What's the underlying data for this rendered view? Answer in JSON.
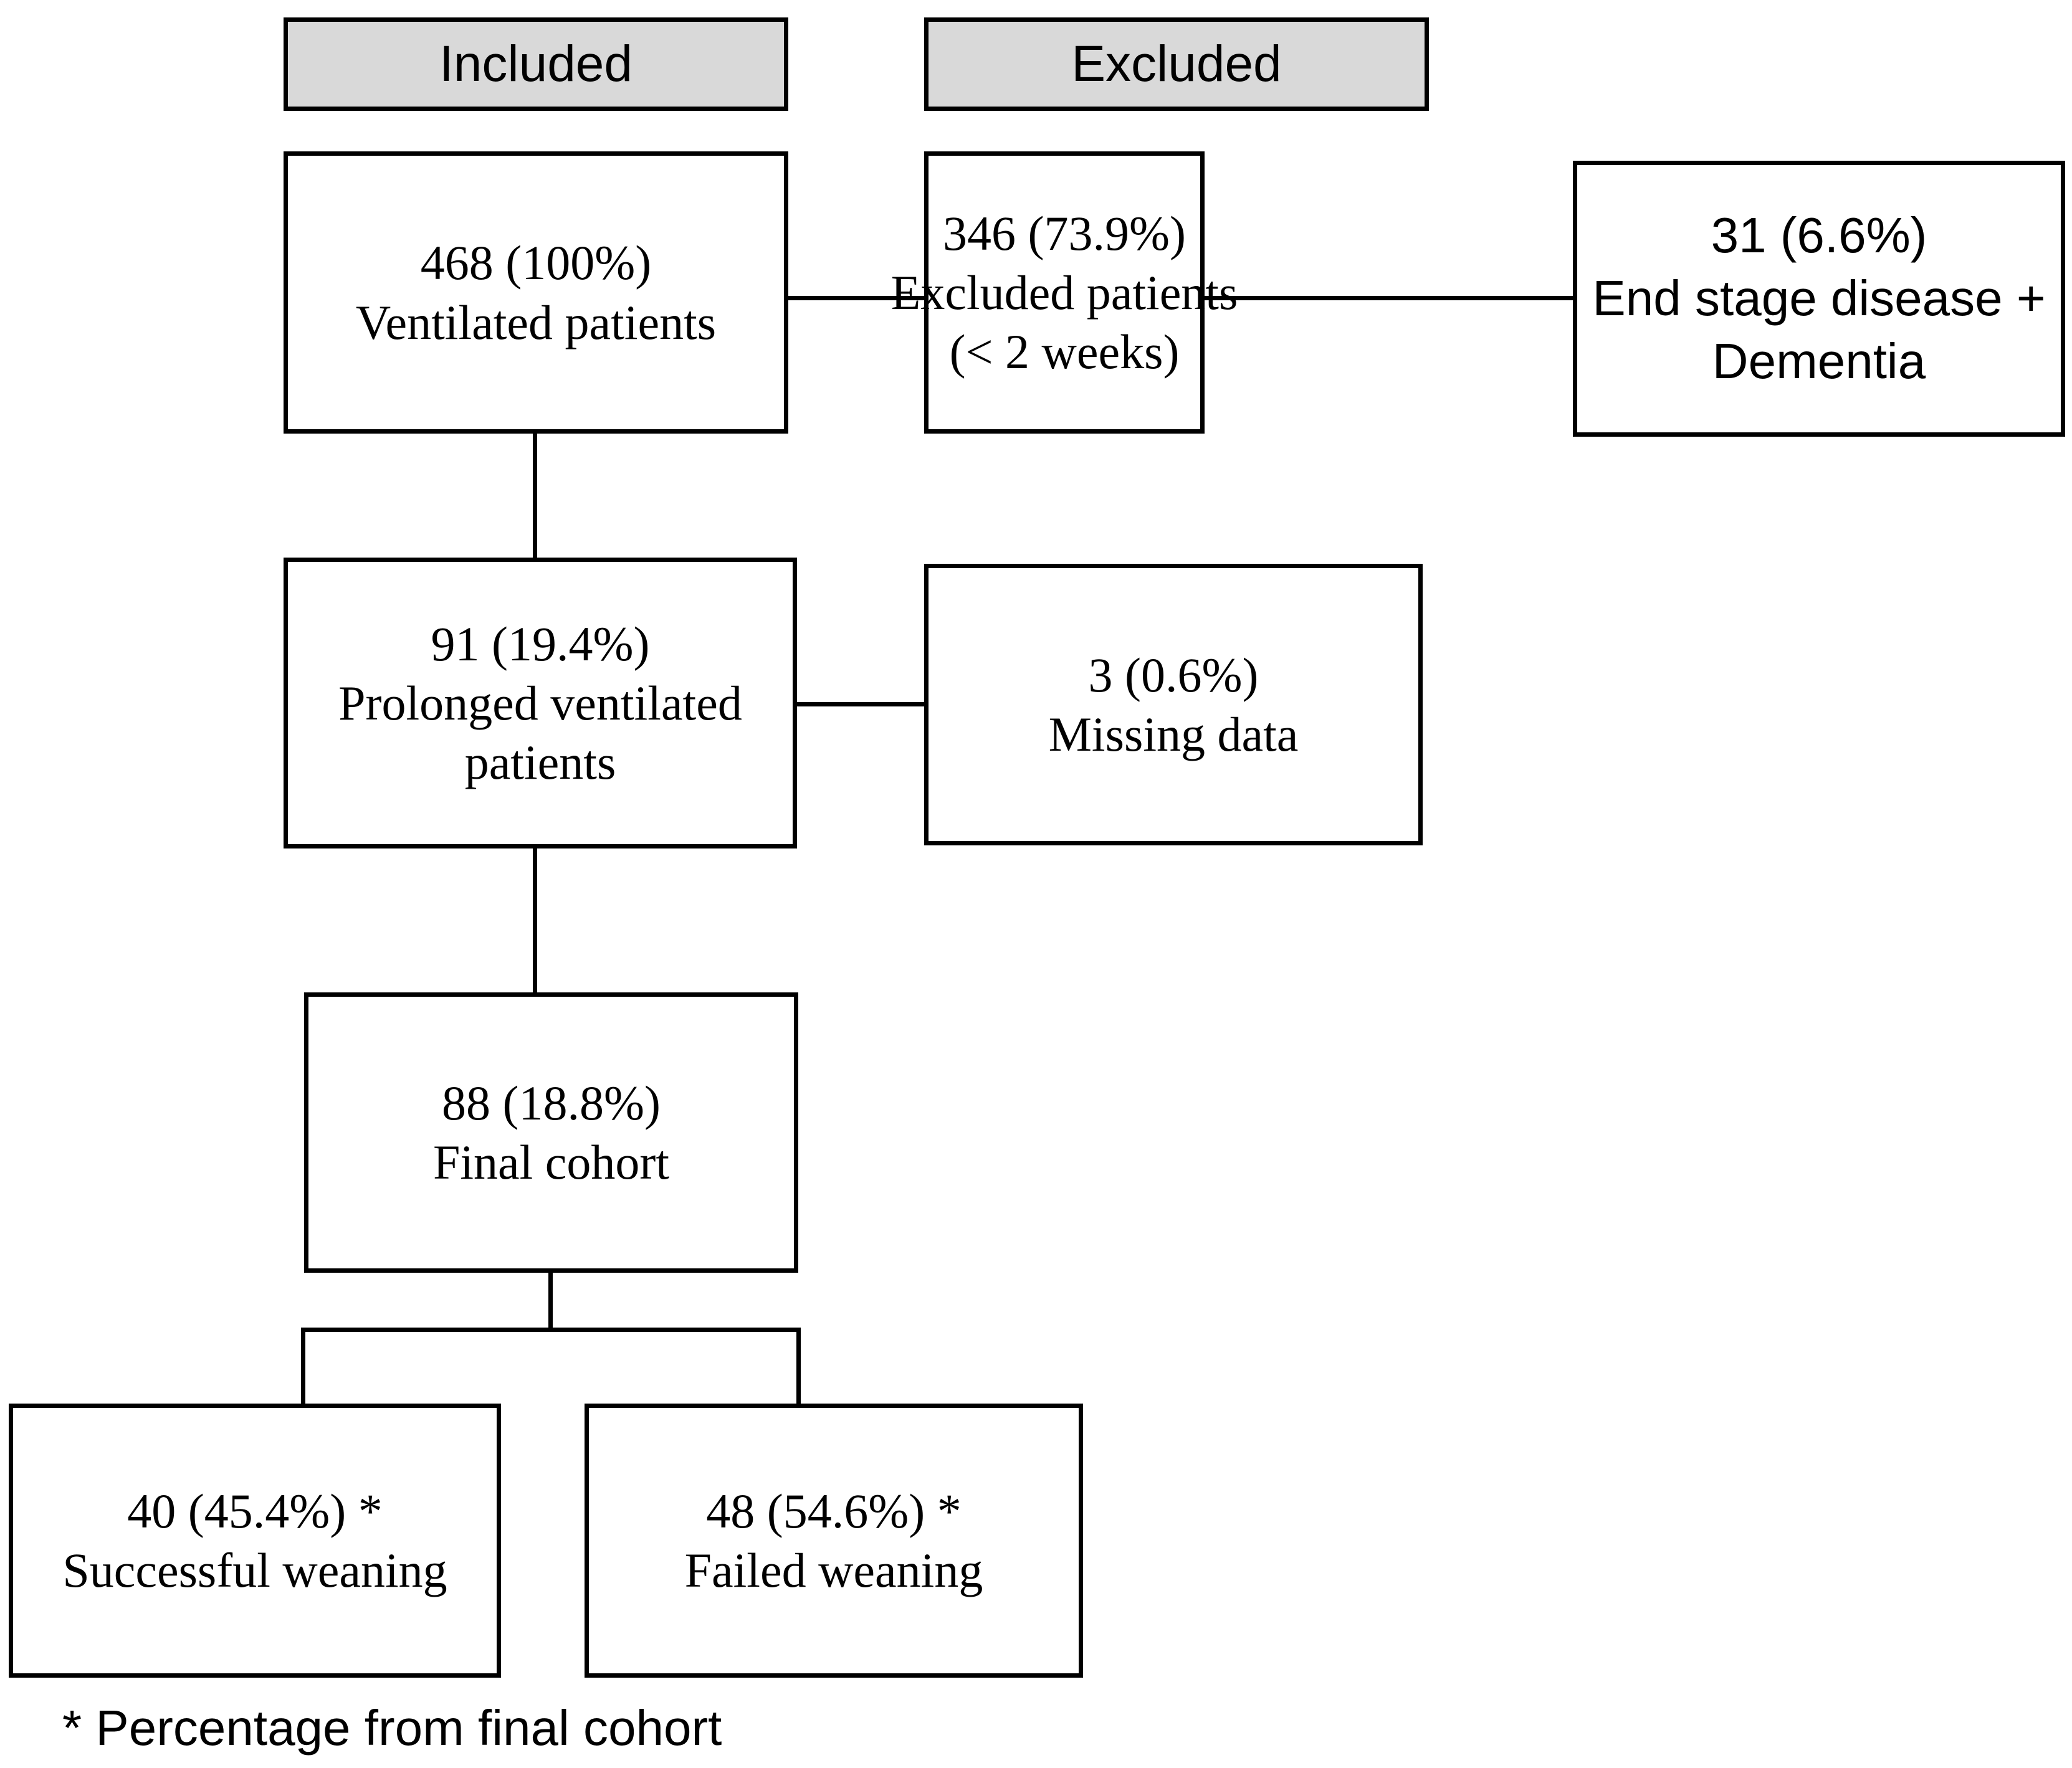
{
  "figure": {
    "type": "flowchart",
    "title": "Patient selection flow diagram",
    "colors": {
      "header_fill": "#d9d9d9",
      "box_fill": "#ffffff",
      "line": "#000000",
      "text": "#000000"
    }
  },
  "headers": {
    "included": "Included",
    "excluded": "Excluded"
  },
  "nodes": {
    "ventilated": {
      "count_line": "468 (100%)",
      "label_line": "Ventilated patients"
    },
    "excluded_patients": {
      "count_line": "346 (73.9%)",
      "label_line": "Excluded patients",
      "detail_line": "(< 2 weeks)"
    },
    "end_stage": {
      "count_line": "31 (6.6%)",
      "label_line": "End stage disease +",
      "detail_line": "Dementia"
    },
    "prolonged": {
      "count_line": "91 (19.4%)",
      "label_line": "Prolonged ventilated",
      "detail_line": "patients"
    },
    "missing": {
      "count_line": "3 (0.6%)",
      "label_line": "Missing data"
    },
    "final_cohort": {
      "count_line": "88 (18.8%)",
      "label_line": "Final cohort"
    },
    "successful_weaning": {
      "count_line": "40 (45.4%) *",
      "label_line": "Successful weaning"
    },
    "failed_weaning": {
      "count_line": "48 (54.6%) *",
      "label_line": "Failed weaning"
    }
  },
  "footnote": {
    "text": "* Percentage from final cohort"
  },
  "chart_data": {
    "type": "flowchart",
    "title": "Patient selection flow diagram",
    "columns": [
      "Included",
      "Excluded"
    ],
    "nodes": [
      {
        "id": "ventilated",
        "n": 468,
        "percent": 100.0,
        "label": "Ventilated patients",
        "column": "Included"
      },
      {
        "id": "excluded_patients",
        "n": 346,
        "percent": 73.9,
        "label": "Excluded patients (< 2 weeks)",
        "column": "Excluded"
      },
      {
        "id": "end_stage",
        "n": 31,
        "percent": 6.6,
        "label": "End stage disease + Dementia",
        "column": "Excluded"
      },
      {
        "id": "prolonged",
        "n": 91,
        "percent": 19.4,
        "label": "Prolonged ventilated patients",
        "column": "Included"
      },
      {
        "id": "missing",
        "n": 3,
        "percent": 0.6,
        "label": "Missing data",
        "column": "Excluded"
      },
      {
        "id": "final_cohort",
        "n": 88,
        "percent": 18.8,
        "label": "Final cohort",
        "column": "Included"
      },
      {
        "id": "successful_weaning",
        "n": 40,
        "percent": 45.4,
        "label": "Successful weaning",
        "column": "Included"
      },
      {
        "id": "failed_weaning",
        "n": 48,
        "percent": 54.6,
        "label": "Failed weaning",
        "column": "Included"
      }
    ],
    "edges": [
      {
        "from": "ventilated",
        "to": "excluded_patients"
      },
      {
        "from": "excluded_patients",
        "to": "end_stage"
      },
      {
        "from": "ventilated",
        "to": "prolonged"
      },
      {
        "from": "prolonged",
        "to": "missing"
      },
      {
        "from": "prolonged",
        "to": "final_cohort"
      },
      {
        "from": "final_cohort",
        "to": "successful_weaning"
      },
      {
        "from": "final_cohort",
        "to": "failed_weaning"
      }
    ],
    "annotations": [
      "* Percentage from final cohort"
    ]
  }
}
